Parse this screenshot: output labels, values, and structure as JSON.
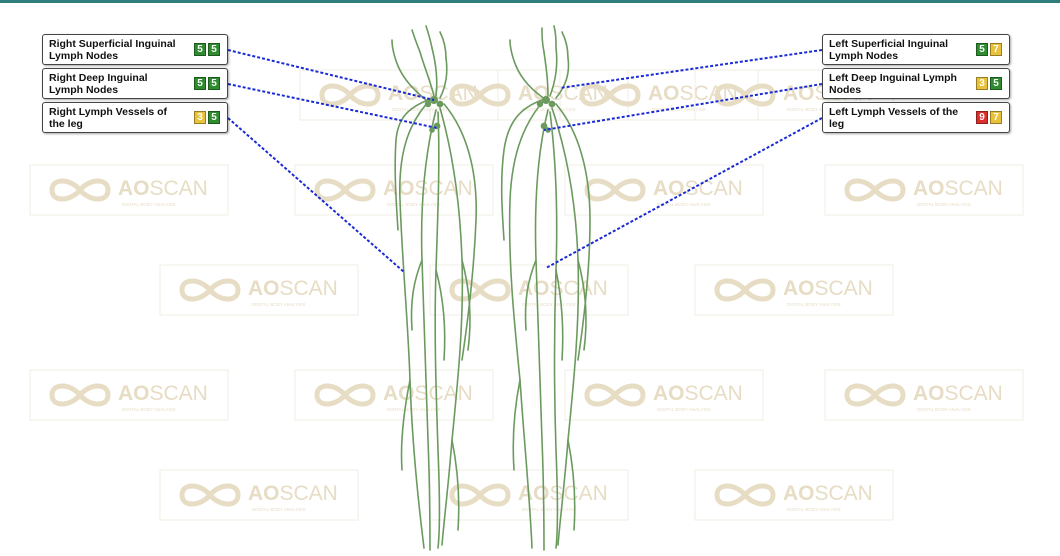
{
  "watermark": {
    "brand": "AOSCAN",
    "brand_prefix": "AO",
    "brand_suffix": "SCAN",
    "tagline": "DIGITAL BODY ANALYSIS"
  },
  "labels": [
    {
      "id": "right-superficial-inguinal",
      "text": "Right Superficial Inguinal Lymph Nodes",
      "line1": "Right Superficial Inguinal",
      "line2": "Lymph Nodes",
      "scores": [
        {
          "value": "5",
          "color": "#2e8b2e"
        },
        {
          "value": "5",
          "color": "#2e8b2e"
        }
      ]
    },
    {
      "id": "right-deep-inguinal",
      "text": "Right Deep Inguinal Lymph Nodes",
      "line1": "Right Deep Inguinal",
      "line2": "Lymph Nodes",
      "scores": [
        {
          "value": "5",
          "color": "#2e8b2e"
        },
        {
          "value": "5",
          "color": "#2e8b2e"
        }
      ]
    },
    {
      "id": "right-lymph-vessels-leg",
      "text": "Right Lymph Vessels of the leg",
      "line1": "Right Lymph Vessels of",
      "line2": "the leg",
      "scores": [
        {
          "value": "3",
          "color": "#e8c23a"
        },
        {
          "value": "5",
          "color": "#2e8b2e"
        }
      ]
    },
    {
      "id": "left-superficial-inguinal",
      "text": "Left Superficial Inguinal Lymph Nodes",
      "line1": "Left Superficial Inguinal",
      "line2": "Lymph Nodes",
      "scores": [
        {
          "value": "5",
          "color": "#2e8b2e"
        },
        {
          "value": "7",
          "color": "#e8c23a"
        }
      ]
    },
    {
      "id": "left-deep-inguinal",
      "text": "Left Deep Inguinal Lymph Nodes",
      "line1": "Left Deep Inguinal Lymph",
      "line2": "Nodes",
      "scores": [
        {
          "value": "3",
          "color": "#e8c23a"
        },
        {
          "value": "5",
          "color": "#2e8b2e"
        }
      ]
    },
    {
      "id": "left-lymph-vessels-leg",
      "text": "Left Lymph Vessels of the leg",
      "line1": "Left Lymph Vessels of the",
      "line2": "leg",
      "scores": [
        {
          "value": "9",
          "color": "#d9302c"
        },
        {
          "value": "7",
          "color": "#e8c23a"
        }
      ]
    }
  ],
  "colors": {
    "connector": "#1a2bd6",
    "vessel": "#6b9a5e",
    "watermark": "#e7dcc4",
    "frame": "#444444"
  }
}
